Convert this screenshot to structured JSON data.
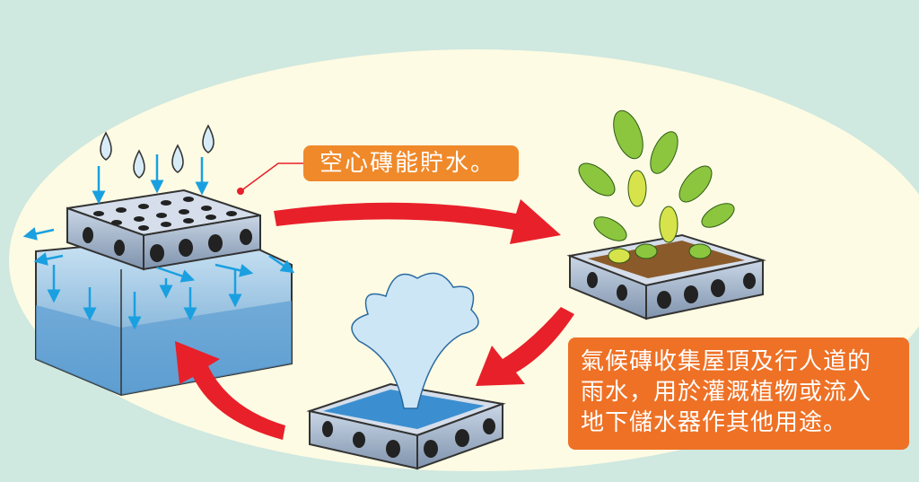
{
  "labels": {
    "hollow_brick": "空心磚能貯水。",
    "climate_brick_lines": [
      "氣候磚收集屋頂及行人道的",
      "雨水，用於灌溉植物或流入",
      "地下儲水器作其他用途。"
    ]
  },
  "colors": {
    "background": "#cfe8e0",
    "ellipse": "#fdfbe3",
    "label_orange": "#ee7125",
    "arrow_red": "#e8202a",
    "water_blue": "#1aa0e0"
  }
}
